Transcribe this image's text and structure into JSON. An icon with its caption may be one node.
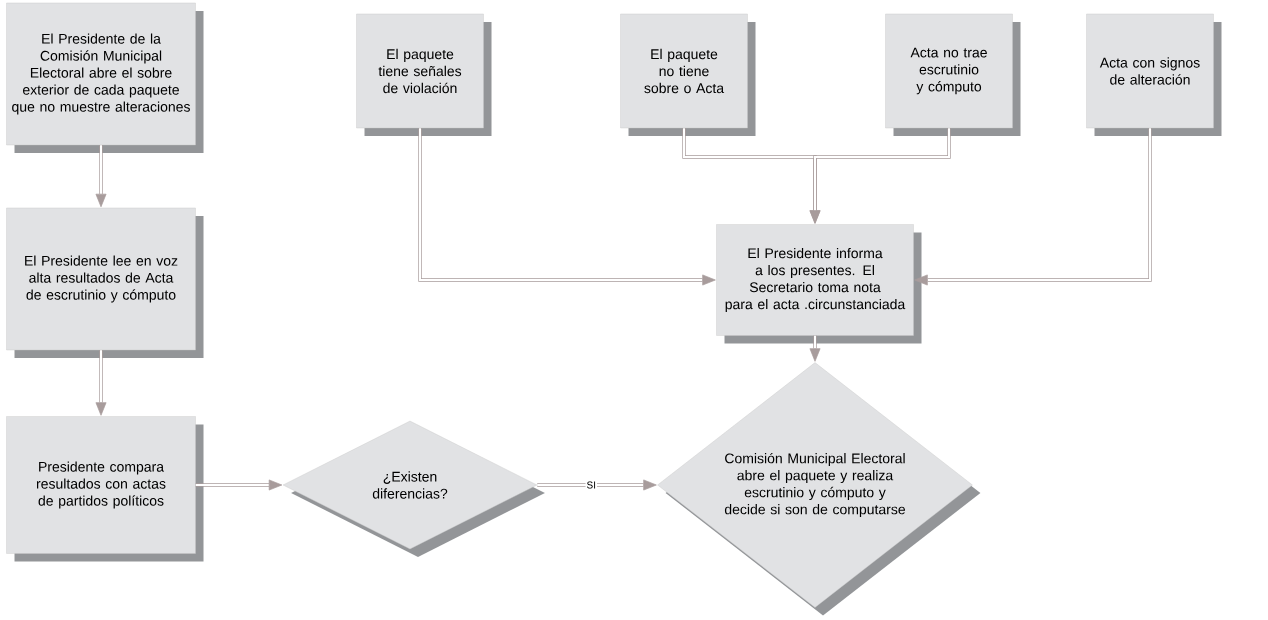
{
  "diagram": {
    "nodes": [
      {
        "text": [
          "El Presidente de la Comisión Municipal Electoral abre el sobre exterior de cada paquete que no muestre alteraciones"
        ]
      },
      {
        "text": [
          "El Presidente lee en voz alta resultados de Acta de escrutinio y cómputo"
        ]
      },
      {
        "text": [
          "Presidente compara resultados con actas de partidos políticos"
        ]
      },
      {
        "text": [
          "¿Existen diferencias?"
        ]
      },
      {
        "text": [
          "El paquete tiene señales de violación"
        ]
      },
      {
        "text": [
          "El paquete no tiene sobre o Acta"
        ]
      },
      {
        "text": [
          "Acta no trae escrutinio y cómputo"
        ]
      },
      {
        "text": [
          "Acta con signos de alteración"
        ]
      },
      {
        "text": [
          "El Presidente informa a los presentes. El Secretario toma nota para el acta .circunstanciada"
        ]
      },
      {
        "text": [
          "Comisión Municipal Electoral abre el paquete y realiza escrutinio y cómputo y decide si son de computarse"
        ]
      }
    ],
    "edges": [
      {
        "from": 0,
        "to": 1,
        "arrow": "to"
      },
      {
        "from": 1,
        "to": 2,
        "arrow": "to"
      },
      {
        "from": 2,
        "to": 3,
        "arrow": "to"
      },
      {
        "from": 3,
        "to": 9,
        "arrow": "to",
        "label": "SI"
      },
      {
        "from": 4,
        "to": 8,
        "arrow": "to"
      },
      {
        "from": 5,
        "to": 8,
        "arrow": "to"
      },
      {
        "from": 6,
        "to": 8,
        "arrow": "to"
      },
      {
        "from": 7,
        "to": 8,
        "arrow": "to"
      },
      {
        "from": 8,
        "to": 9,
        "arrow": "to"
      }
    ]
  }
}
